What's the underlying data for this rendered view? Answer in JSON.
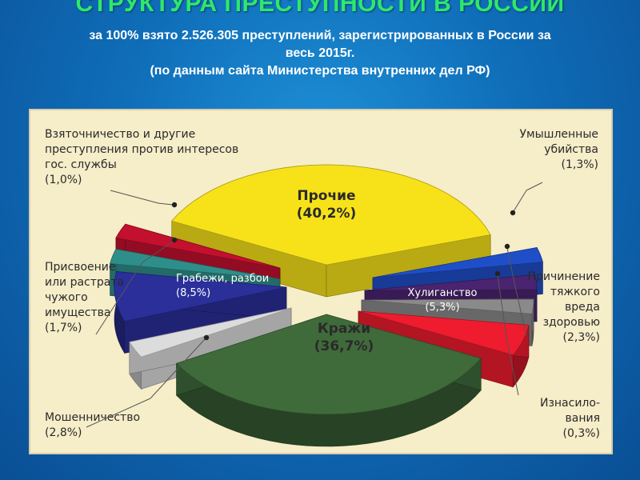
{
  "header": {
    "title": "СТРУКТУРА ПРЕСТУПНОСТИ В РОССИИ",
    "subtitle_line1": "за 100%  взято 2.526.305 преступлений, зарегистрированных в России за",
    "subtitle_line2": "весь 2015г.",
    "subtitle_line3": "(по данным сайта Министерства внутренних дел РФ)"
  },
  "colors": {
    "bg": "#0f6db8",
    "title": "#2ee86a",
    "panel": "#f6edc9"
  },
  "chart_data": {
    "type": "pie",
    "title": "СТРУКТУРА ПРЕСТУПНОСТИ В РОССИИ",
    "slices": [
      {
        "key": "prochie",
        "label": "Прочие",
        "value": 40.2,
        "value_text": "(40,2%)",
        "color": "#f7e21a"
      },
      {
        "key": "ubiystva",
        "label_lines": [
          "Умышленные",
          "убийства"
        ],
        "value": 1.3,
        "value_text": "(1,3%)",
        "color": "#1f4fc8"
      },
      {
        "key": "vred",
        "label_lines": [
          "Причинение",
          "тяжкого",
          "вреда",
          "здоровью"
        ],
        "value": 2.3,
        "value_text": "(2,3%)",
        "color": "#4a2470"
      },
      {
        "key": "iznasilovaniya",
        "label_lines": [
          "Изнасило-",
          "вания"
        ],
        "value": 0.3,
        "value_text": "(0,3%)",
        "color": "#8a8a8a"
      },
      {
        "key": "huliganstvo",
        "label": "Хулиганство",
        "value": 5.3,
        "value_text": "(5,3%)",
        "color": "#ee1c2e"
      },
      {
        "key": "krazhi",
        "label": "Кражи",
        "value": 36.7,
        "value_text": "(36,7%)",
        "color": "#3f6a3a"
      },
      {
        "key": "moshennichestvo",
        "label_lines": [
          "Мошенничество"
        ],
        "value": 2.8,
        "value_text": "(2,8%)",
        "color": "#dcdcdc"
      },
      {
        "key": "grabezhi",
        "label": "Грабежи, разбои",
        "value": 8.5,
        "value_text": "(8,5%)",
        "color": "#2b2f9a"
      },
      {
        "key": "prisvoenie",
        "label_lines": [
          "Присвоение",
          "или растрата",
          "чужого",
          "имущества"
        ],
        "value": 1.7,
        "value_text": "(1,7%)",
        "color": "#2e8f8a"
      },
      {
        "key": "vzyatochnichestvo",
        "label_lines": [
          "Взяточничество и другие",
          "преступления против интересов",
          "гос. службы"
        ],
        "value": 1.0,
        "value_text": "(1,0%)",
        "color": "#c2102e"
      }
    ]
  }
}
